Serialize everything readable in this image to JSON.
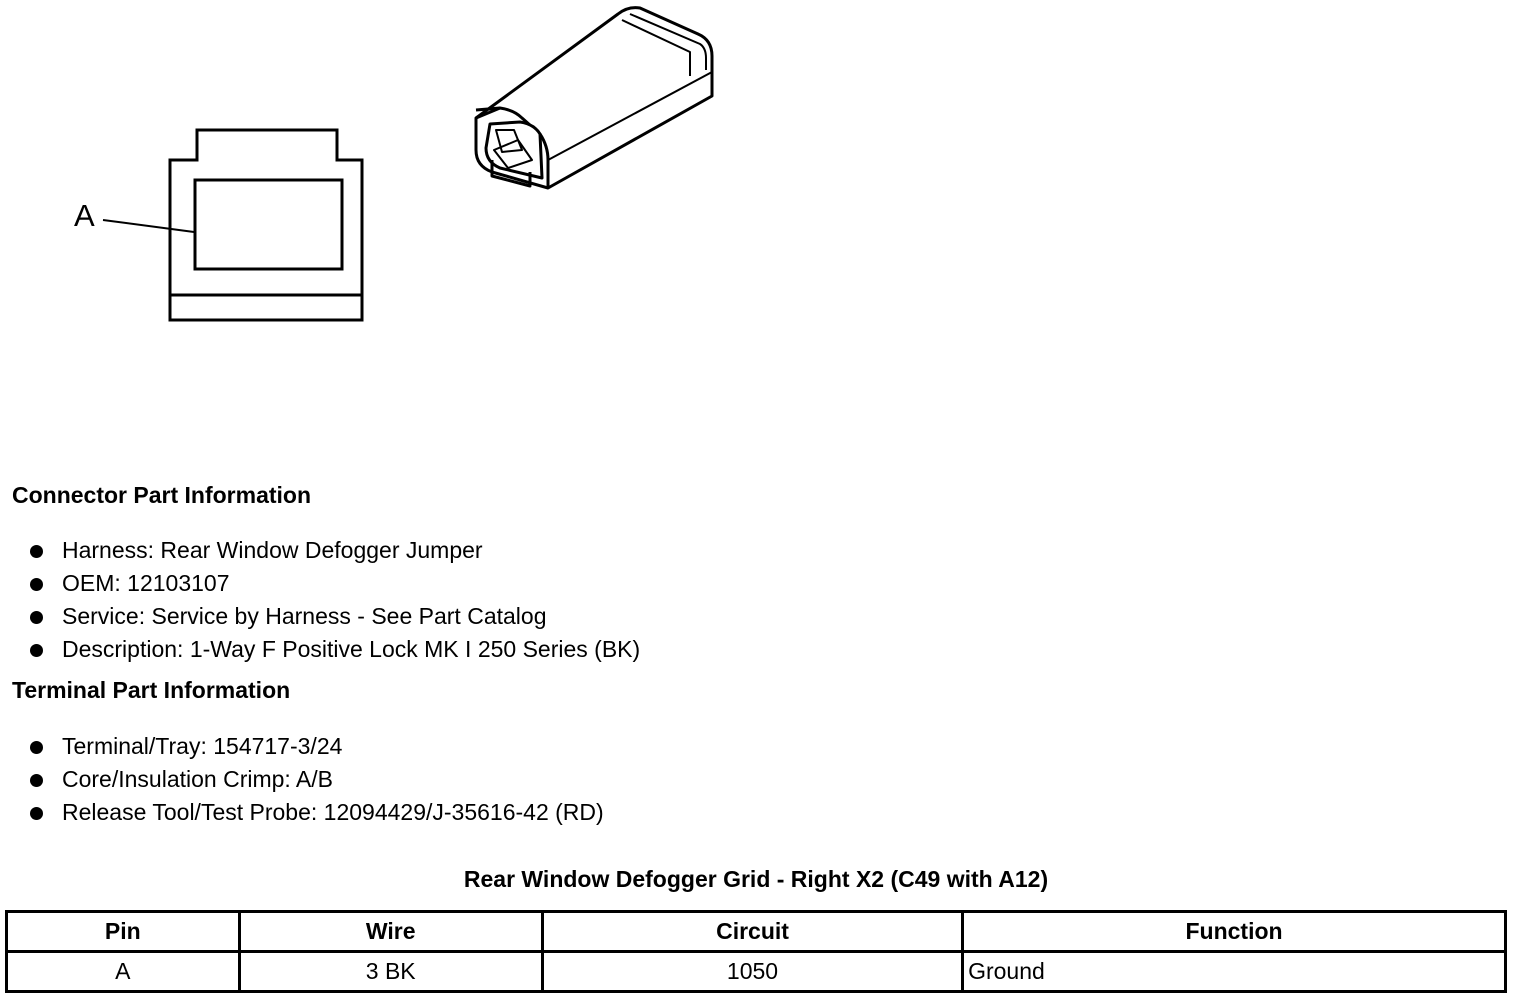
{
  "diagram": {
    "pin_label": "A"
  },
  "connector_info": {
    "title": "Connector Part Information",
    "items": [
      "Harness: Rear Window Defogger Jumper",
      "OEM: 12103107",
      "Service: Service by Harness - See Part Catalog",
      "Description: 1-Way F Positive Lock MK I 250 Series (BK)"
    ]
  },
  "terminal_info": {
    "title": "Terminal Part Information",
    "items": [
      "Terminal/Tray: 154717-3/24",
      "Core/Insulation Crimp: A/B",
      "Release Tool/Test Probe: 12094429/J-35616-42 (RD)"
    ]
  },
  "pin_table": {
    "title": "Rear Window Defogger Grid - Right X2 (C49 with A12)",
    "headers": [
      "Pin",
      "Wire",
      "Circuit",
      "Function"
    ],
    "rows": [
      [
        "A",
        "3 BK",
        "1050",
        "Ground"
      ]
    ]
  }
}
